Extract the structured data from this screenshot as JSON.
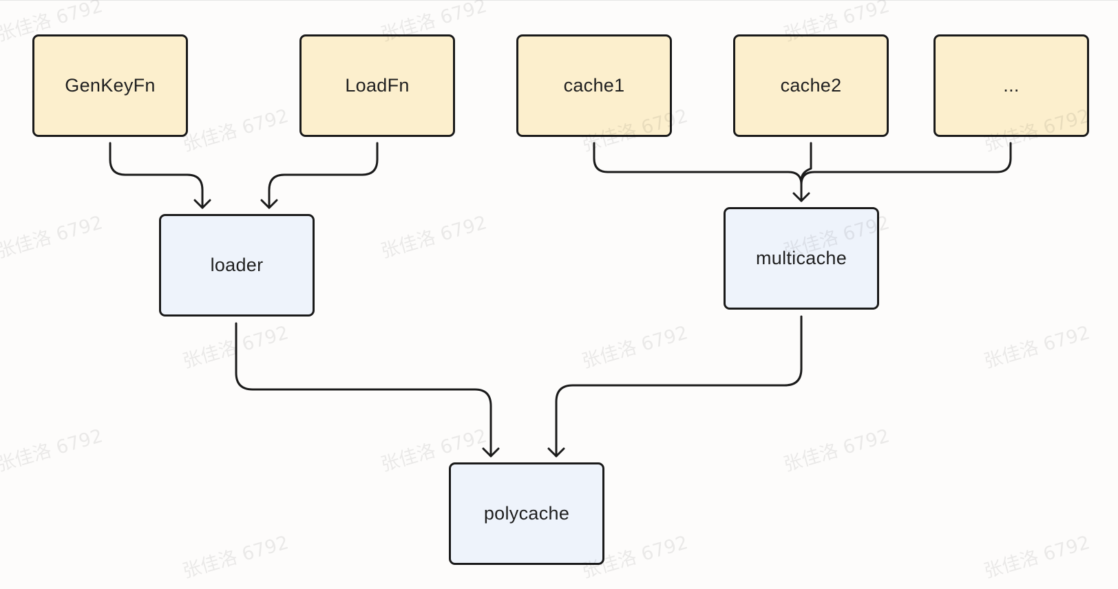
{
  "diagram": {
    "nodes": {
      "genkeyfn": "GenKeyFn",
      "loadfn": "LoadFn",
      "cache1": "cache1",
      "cache2": "cache2",
      "more": "...",
      "loader": "loader",
      "multicache": "multicache",
      "polycache": "polycache"
    },
    "edges": [
      {
        "from": "GenKeyFn",
        "to": "loader"
      },
      {
        "from": "LoadFn",
        "to": "loader"
      },
      {
        "from": "cache1",
        "to": "multicache"
      },
      {
        "from": "cache2",
        "to": "multicache"
      },
      {
        "from": "...",
        "to": "multicache"
      },
      {
        "from": "loader",
        "to": "polycache"
      },
      {
        "from": "multicache",
        "to": "polycache"
      }
    ],
    "colors": {
      "input_fill": "#fcefcd",
      "process_fill": "#eef3fb",
      "stroke": "#1a1a1a"
    }
  },
  "watermark": {
    "text": "张佳洛 6792"
  }
}
